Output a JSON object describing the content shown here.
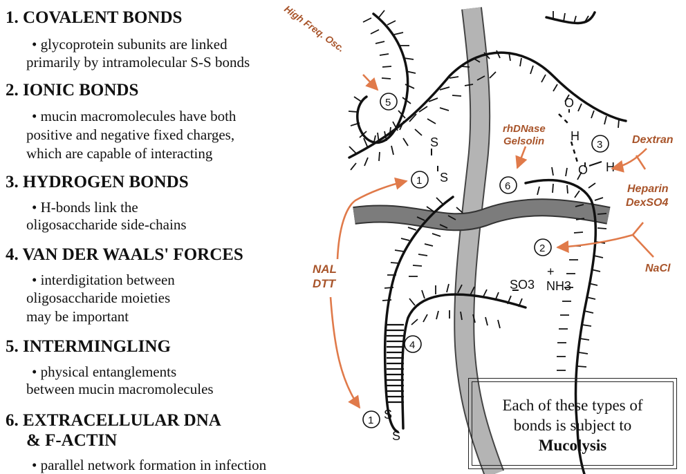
{
  "bond_types": [
    {
      "heading": "1. COVALENT BONDS",
      "lines": [
        "• glycoprotein subunits are linked",
        "primarily by intramolecular S-S bonds"
      ]
    },
    {
      "heading": "2. IONIC BONDS",
      "lines": [
        "• mucin macromolecules have both",
        "positive and negative fixed charges,",
        "which are capable of interacting"
      ]
    },
    {
      "heading": "3. HYDROGEN BONDS",
      "lines": [
        "• H-bonds link the",
        "oligosaccharide side-chains"
      ]
    },
    {
      "heading": "4. VAN DER WAALS' FORCES",
      "lines": [
        "• interdigitation between",
        "oligosaccharide moieties",
        "may be important"
      ]
    },
    {
      "heading": "5. INTERMINGLING",
      "lines": [
        "• physical entanglements",
        "between mucin macromolecules"
      ]
    },
    {
      "heading": "6. EXTRACELLULAR DNA",
      "heading2": "& F-ACTIN",
      "lines": [
        "• parallel network formation in infection"
      ]
    }
  ],
  "diagram": {
    "agents": {
      "high_freq": "High Freq. Osc.",
      "rhdnase": "rhDNase",
      "gelsolin": "Gelsolin",
      "dextran": "Dextran",
      "heparin": "Heparin",
      "dexso4": "DexSO4",
      "nacl": "NaCl",
      "nal": "NAL",
      "dtt": "DTT"
    },
    "markers": [
      "1",
      "2",
      "3",
      "4",
      "5",
      "6",
      "1"
    ],
    "atoms": {
      "s": "S",
      "o": "O",
      "h": "H",
      "so3": "SO3",
      "nh3": "NH3"
    },
    "accent_color": "#e07a4a"
  },
  "callout": {
    "line1": "Each of these types of",
    "line2": "bonds is subject to",
    "line3": "Mucolysis"
  }
}
